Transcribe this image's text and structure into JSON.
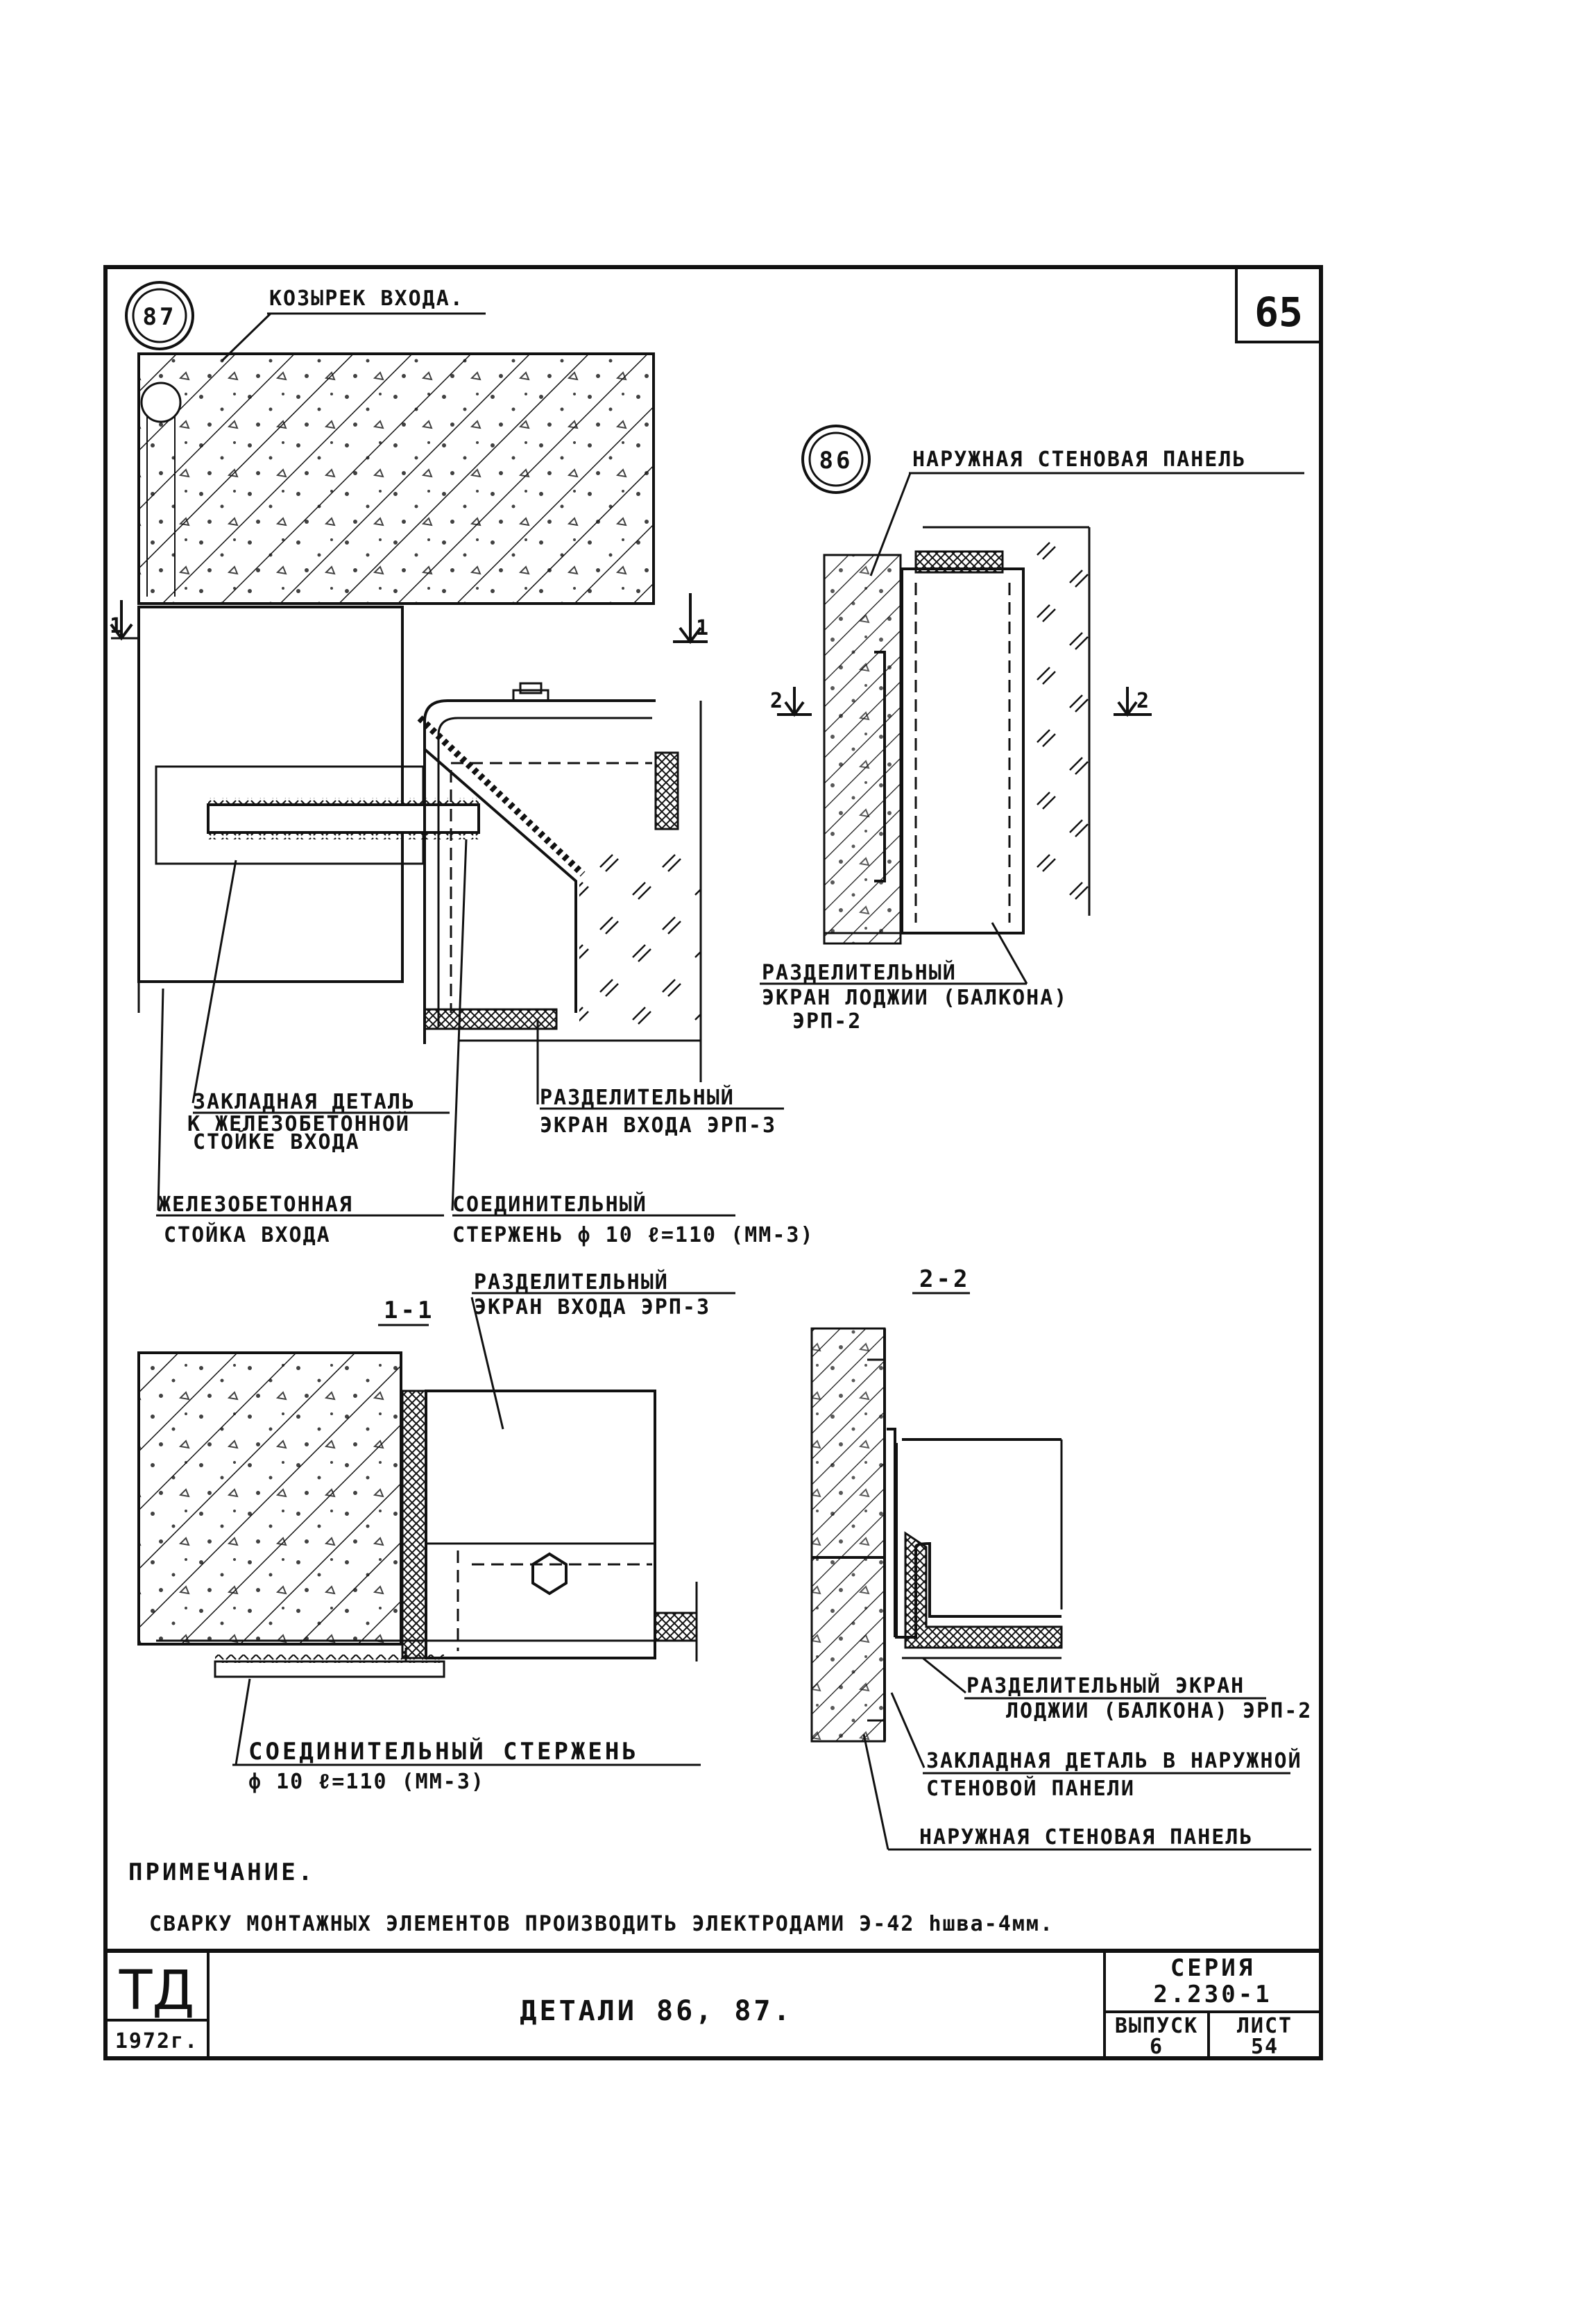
{
  "sheet_number": "65",
  "detail_87": {
    "marker": "87",
    "title": "КОЗЫРЕК ВХОДА.",
    "labels": {
      "embedded_part_1": "ЗАКЛАДНАЯ ДЕТАЛЬ",
      "embedded_part_2": "К ЖЕЛЕЗОБЕТОННОЙ",
      "embedded_part_3": "СТОЙКЕ ВХОДА",
      "screen_1": "РАЗДЕЛИТЕЛЬНЫЙ",
      "screen_2": "ЭКРАН ВХОДА ЭРП-3",
      "post_1": "ЖЕЛЕЗОБЕТОННАЯ",
      "post_2": "СТОЙКА ВХОДА",
      "rod_1": "СОЕДИНИТЕЛЬНЫЙ",
      "rod_2": "СТЕРЖЕНЬ ф 10 ℓ=110 (ММ-3)"
    },
    "cut_marks": [
      "1",
      "1"
    ]
  },
  "detail_86": {
    "marker": "86",
    "title": "НАРУЖНАЯ СТЕНОВАЯ ПАНЕЛЬ",
    "labels": {
      "screen_1": "РАЗДЕЛИТЕЛЬНЫЙ",
      "screen_2": "ЭКРАН ЛОДЖИИ (БАЛКОНА)",
      "screen_3": "ЭРП-2"
    },
    "cut_marks": [
      "2",
      "2"
    ]
  },
  "section_1_1": {
    "title": "1-1",
    "labels": {
      "screen_1": "РАЗДЕЛИТЕЛЬНЫЙ",
      "screen_2": "ЭКРАН ВХОДА ЭРП-3",
      "rod_1": "СОЕДИНИТЕЛЬНЫЙ СТЕРЖЕНЬ",
      "rod_2": "ф 10 ℓ=110 (ММ-3)"
    }
  },
  "section_2_2": {
    "title": "2-2",
    "labels": {
      "screen_1": "РАЗДЕЛИТЕЛЬНЫЙ ЭКРАН",
      "screen_2": "ЛОДЖИИ (БАЛКОНА) ЭРП-2",
      "embedded_1": "ЗАКЛАДНАЯ ДЕТАЛЬ В НАРУЖНОЙ",
      "embedded_2": "СТЕНОВОЙ ПАНЕЛИ",
      "panel": "НАРУЖНАЯ СТЕНОВАЯ ПАНЕЛЬ"
    }
  },
  "note": {
    "heading": "ПРИМЕЧАНИЕ.",
    "text": "СВАРКУ МОНТАЖНЫХ ЭЛЕМЕНТОВ ПРОИЗВОДИТЬ ЭЛЕКТРОДАМИ Э-42 hшва-4мм."
  },
  "title_block": {
    "org": "ТД",
    "year": "1972г.",
    "title": "ДЕТАЛИ 86, 87.",
    "series_label": "СЕРИЯ",
    "series_value": "2.230-1",
    "issue_label": "ВЫПУСК",
    "issue_value": "6",
    "sheet_label": "ЛИСТ",
    "sheet_value": "54"
  }
}
